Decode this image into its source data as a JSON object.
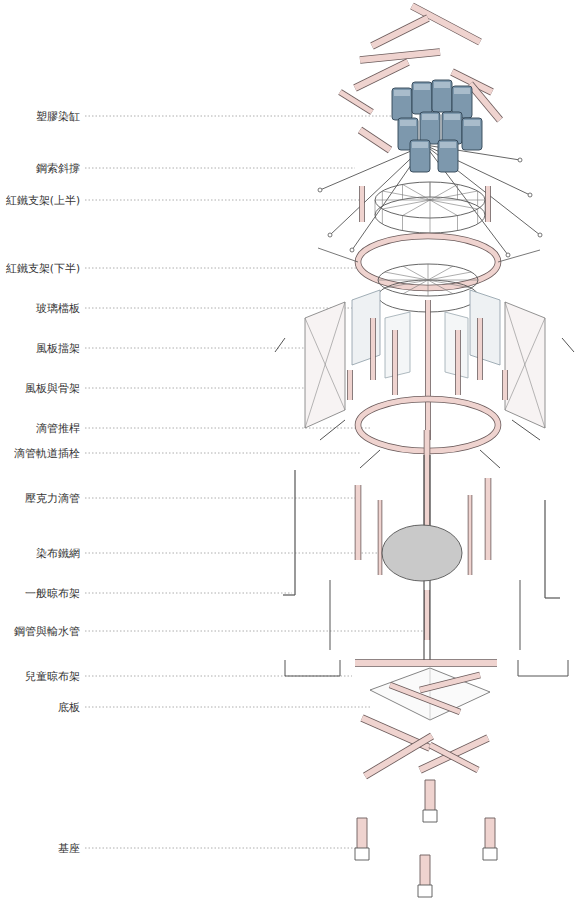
{
  "diagram": {
    "labels": [
      "塑膠染缸",
      "鋼索斜撐",
      "紅鐵支架(上半)",
      "紅鐵支架(下半)",
      "玻璃檔板",
      "風板擋架",
      "風板與骨架",
      "滴管推桿",
      "滴管軌道插栓",
      "壓克力滴管",
      "染布鐵網",
      "一般晾布架",
      "鋼管與輸水管",
      "兒童晾布架",
      "底板",
      "基座"
    ]
  }
}
